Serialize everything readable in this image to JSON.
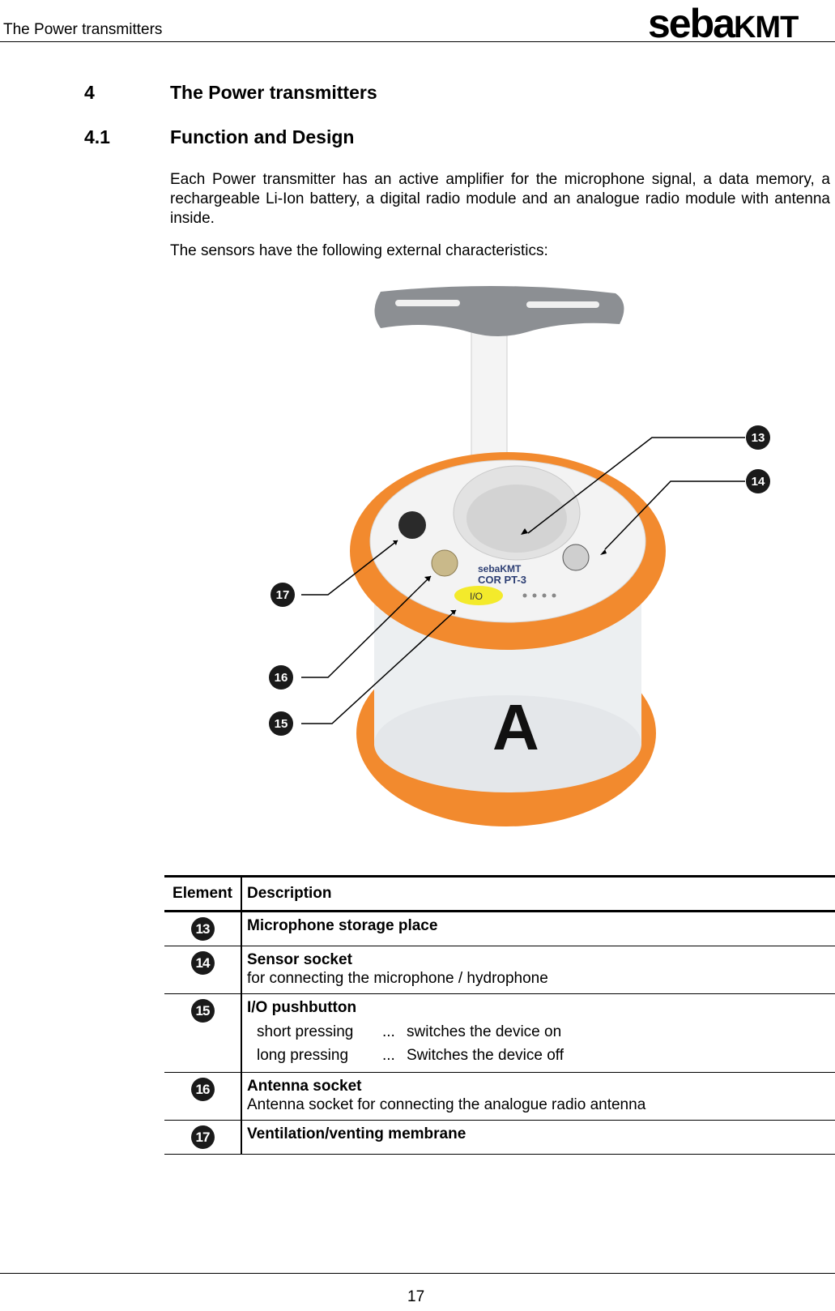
{
  "header": {
    "title": "The Power transmitters",
    "logo_seba": "seba",
    "logo_kmt": "KMT"
  },
  "section": {
    "number": "4",
    "title": "The Power transmitters"
  },
  "subsection": {
    "number": "4.1",
    "title": "Function and Design"
  },
  "paragraphs": [
    "Each Power transmitter has an active amplifier for the microphone signal, a data memory, a rechargeable Li-Ion battery, a digital radio module and an analogue radio module with antenna inside.",
    "The sensors have the following external characteristics:"
  ],
  "figure": {
    "device_model": "COR PT-3",
    "device_brand": "sebaKMT",
    "button_label": "I/O",
    "body_letter": "A",
    "callouts": [
      "13",
      "14",
      "17",
      "16",
      "15"
    ]
  },
  "table": {
    "headers": [
      "Element",
      "Description"
    ],
    "rows": [
      {
        "badge": "13",
        "title": "Microphone storage place"
      },
      {
        "badge": "14",
        "title": "Sensor socket",
        "text": "for connecting the microphone / hydrophone"
      },
      {
        "badge": "15",
        "title": "I/O pushbutton",
        "items": [
          {
            "key": "short pressing",
            "sep": "...",
            "value": "switches the device on"
          },
          {
            "key": "long pressing",
            "sep": "...",
            "value": "Switches the device off"
          }
        ]
      },
      {
        "badge": "16",
        "title": "Antenna socket",
        "text": "Antenna socket for connecting the analogue radio antenna"
      },
      {
        "badge": "17",
        "title": "Ventilation/venting membrane"
      }
    ]
  },
  "footer": {
    "page": "17"
  },
  "colors": {
    "orange": "#f28a2e",
    "handle_gray": "#8c8f93",
    "button_yellow": "#f3ea2b"
  }
}
